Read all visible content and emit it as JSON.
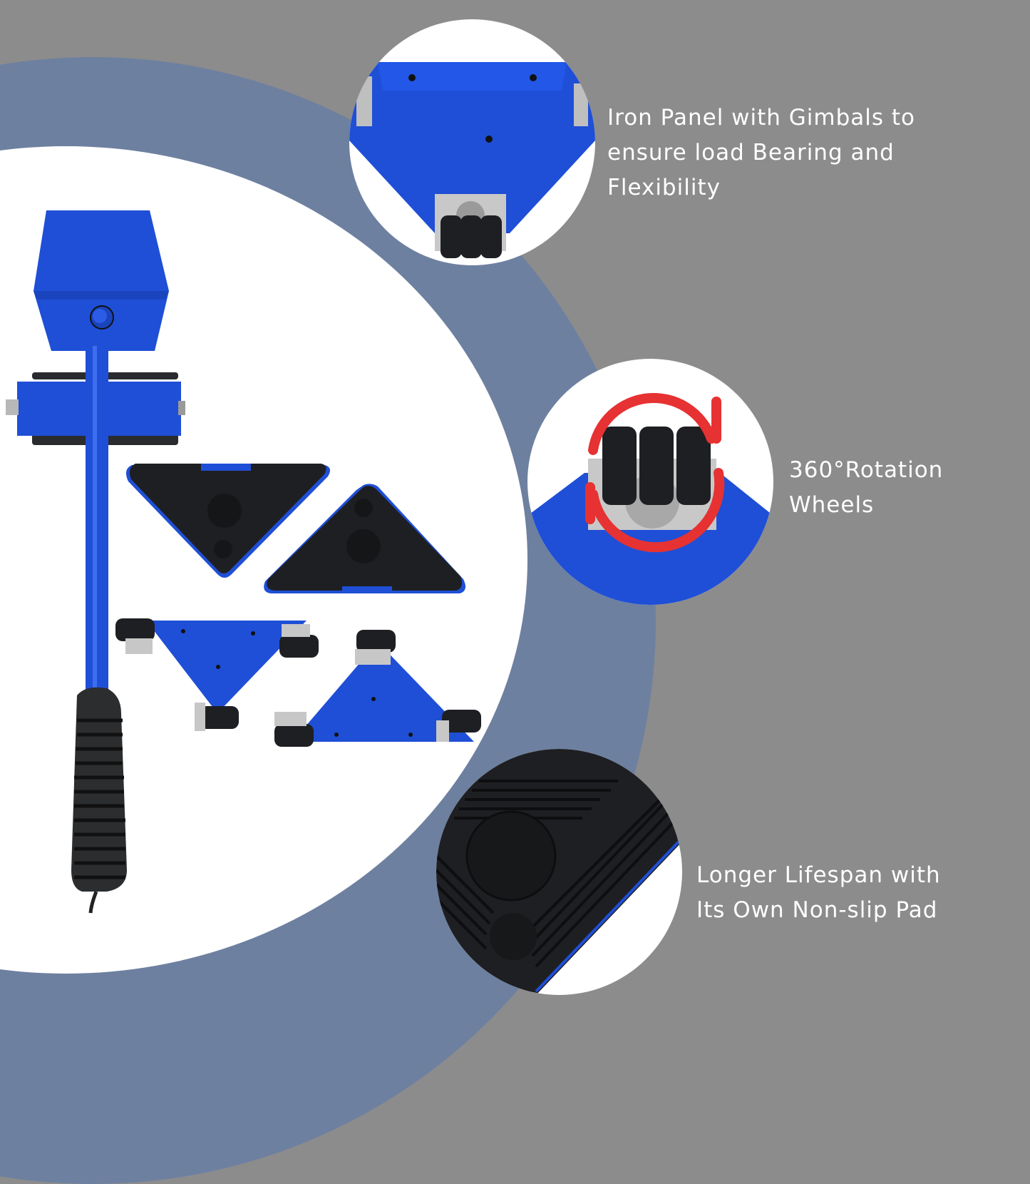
{
  "colors": {
    "background_gray": "#8c8c8c",
    "ring_blue_gray": "#6e80a0",
    "white": "#ffffff",
    "product_blue": "#1f4fd6",
    "rubber_black": "#1e1f22",
    "rotation_arrow_red": "#e63232"
  },
  "features": [
    {
      "id": "iron-panel",
      "lines": [
        "Iron Panel with Gimbals to",
        "ensure load Bearing and",
        "Flexibility"
      ]
    },
    {
      "id": "rotation-wheels",
      "lines": [
        "360°Rotation",
        "Wheels"
      ]
    },
    {
      "id": "non-slip-pad",
      "lines": [
        "Longer Lifespan with",
        "Its Own Non-slip Pad"
      ]
    }
  ],
  "product": {
    "items": [
      "lever-bar",
      "rubber-pad-slider-1",
      "rubber-pad-slider-2",
      "wheeled-slider-1",
      "wheeled-slider-2"
    ]
  }
}
